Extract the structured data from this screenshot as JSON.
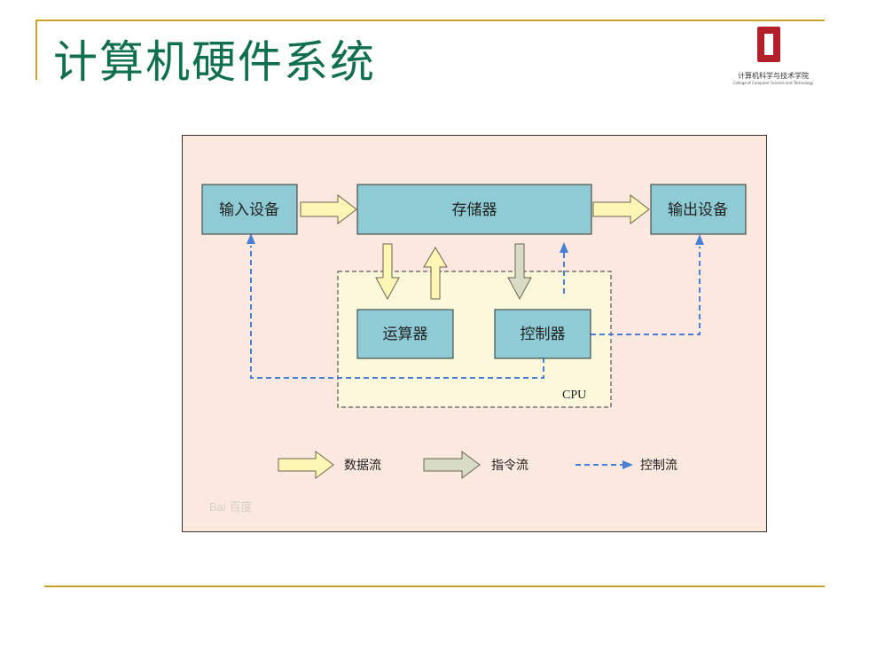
{
  "slide": {
    "title": "计算机硬件系统"
  },
  "logo": {
    "text": "计算机科学与技术学院",
    "subtext": "College of Computer Science and Technology"
  },
  "diagram": {
    "boxes": {
      "input": "输入设备",
      "memory": "存储器",
      "output": "输出设备",
      "alu": "运算器",
      "controller": "控制器"
    },
    "cpu_label": "CPU",
    "legend": {
      "data_flow": "数据流",
      "instruction_flow": "指令流",
      "control_flow": "控制流"
    },
    "watermark": "Bai 百度"
  },
  "colors": {
    "title": "#0f6f4f",
    "rule": "#c9a227",
    "box_fill": "#8ecbd5",
    "diagram_bg": "#fbe9df",
    "cpu_bg": "#fcf8dc",
    "data_arrow": "#fdf6b4",
    "instruction_arrow": "#d8dcc6",
    "control_line": "#4a7fd4",
    "logo": "#b3202a"
  }
}
